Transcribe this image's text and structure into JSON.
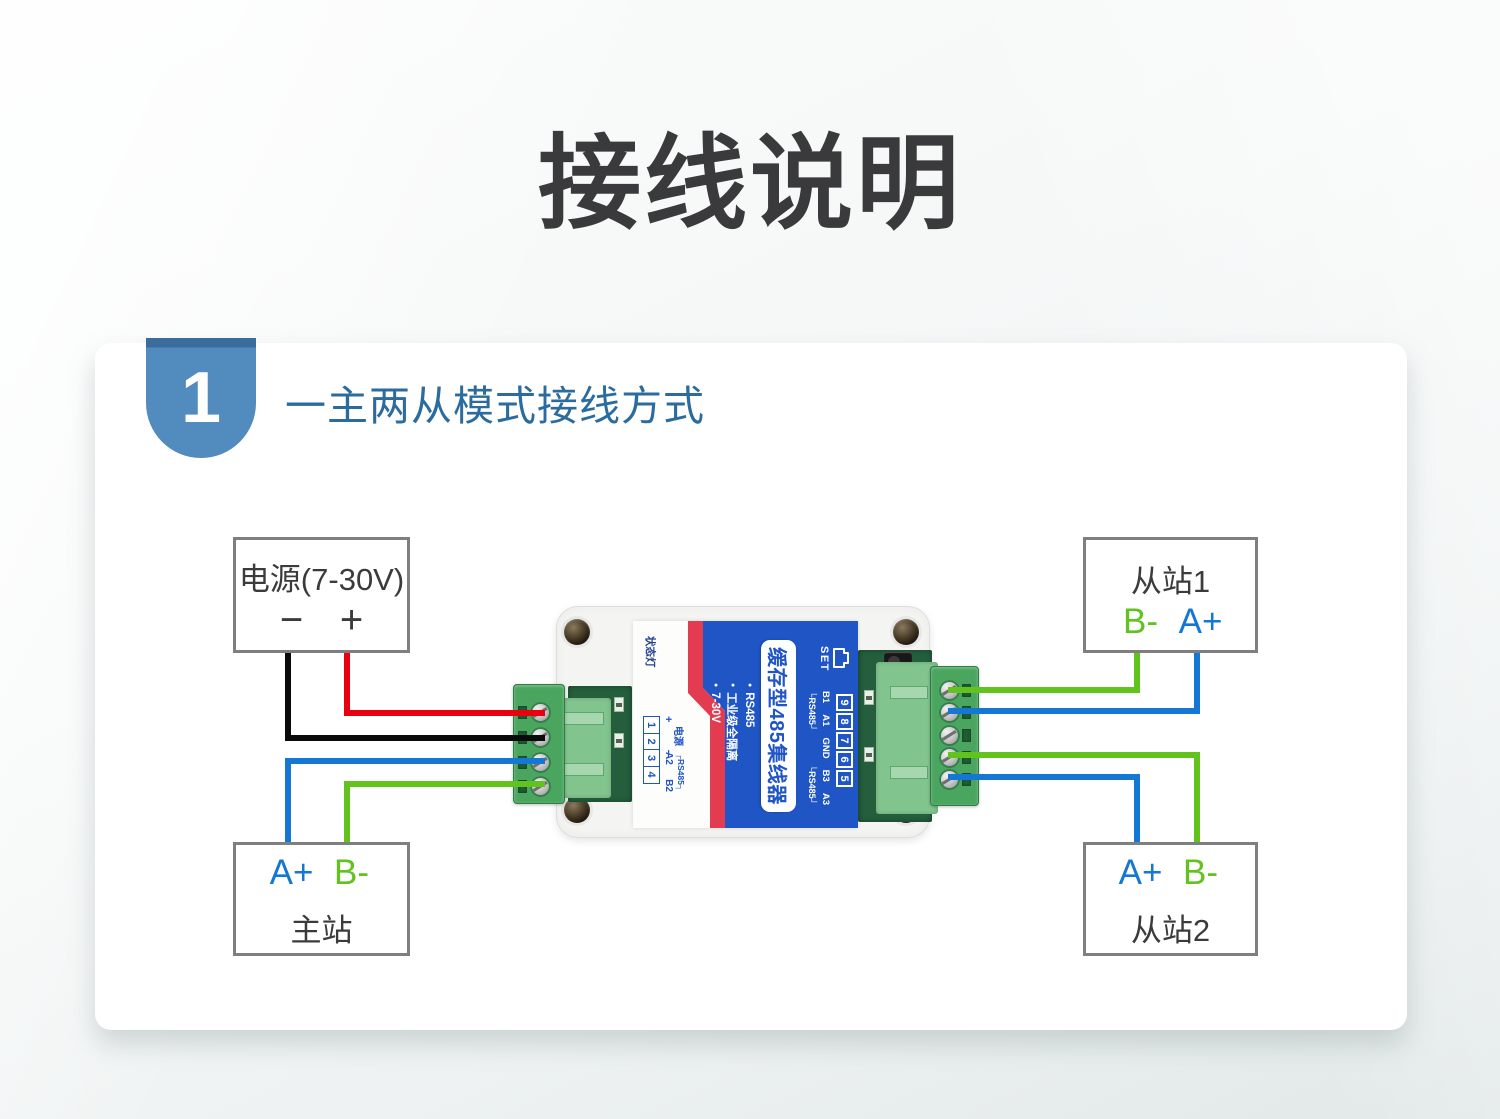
{
  "page": {
    "title": "接线说明"
  },
  "section": {
    "badge": "1",
    "heading": "一主两从模式接线方式"
  },
  "boxes": {
    "power": {
      "label": "电源(7-30V)",
      "pins": [
        "−",
        "+"
      ]
    },
    "master": {
      "label": "主站",
      "pins": [
        "A+",
        "B-"
      ]
    },
    "slave1": {
      "label": "从站1",
      "pins": [
        "B-",
        "A+"
      ]
    },
    "slave2": {
      "label": "从站2",
      "pins": [
        "A+",
        "B-"
      ]
    }
  },
  "device": {
    "title": "缓存型485集线器",
    "features": [
      "RS485",
      "工业级全隔离",
      "7-30V"
    ],
    "set_label": "SET",
    "status_label": "状态灯",
    "top_ports": [
      "9",
      "8",
      "7",
      "6",
      "5"
    ],
    "top_pins": [
      "B1",
      "A1",
      "GND",
      "B3",
      "A3"
    ],
    "top_groups": [
      "└RS485┘",
      "└RS485┘"
    ],
    "bottom_ports": [
      "1",
      "2",
      "3",
      "4"
    ],
    "bottom_group1": {
      "label": "电源",
      "pins": [
        "+",
        "−"
      ]
    },
    "bottom_group2": {
      "label": "┌RS485┐",
      "pins": [
        "A2",
        "B2"
      ]
    }
  },
  "colors": {
    "title_dark": "#3a3a3c",
    "text_dark": "#3b3b3d",
    "heading_blue": "#2b6b9d",
    "badge_blue": "#528bbe",
    "badge_dark": "#3a6c9c",
    "box_border": "#7f7f7f",
    "wire_red": "#e8000f",
    "wire_black": "#0a0a0a",
    "wire_blue": "#1577d4",
    "wire_green": "#62c31e",
    "label_blue": "#1f55c5",
    "label_red": "#e33c50",
    "pcb_green": "#245e3c",
    "conn_green": "#82c48e",
    "block_green": "#4aa55f",
    "status_navy": "#23418f"
  }
}
